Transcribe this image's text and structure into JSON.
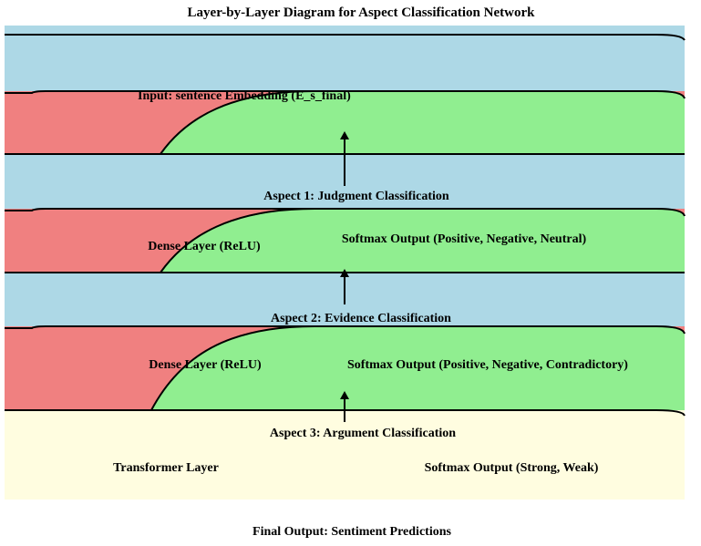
{
  "title": "Layer-by-Layer Diagram for Aspect Classification Network",
  "colors": {
    "band_blue": "#add8e6",
    "band_red": "#f08080",
    "band_green": "#90ee90",
    "band_yellow": "#fffde0",
    "stroke": "#000000"
  },
  "diagram": {
    "input_label": "Input: sentence Embedding (E_s_final)",
    "aspect1": {
      "heading": "Aspect 1: Judgment Classification",
      "dense_label": "Dense Layer (ReLU)",
      "softmax_label": "Softmax Output (Positive, Negative, Neutral)"
    },
    "aspect2": {
      "heading": "Aspect 2: Evidence Classification",
      "dense_label": "Dense Layer (ReLU)",
      "softmax_label": "Softmax Output (Positive, Negative, Contradictory)"
    },
    "aspect3": {
      "heading": "Aspect 3: Argument Classification",
      "transformer_label": "Transformer Layer",
      "softmax_label": "Softmax Output (Strong, Weak)"
    },
    "final_output": "Final Output: Sentiment Predictions"
  }
}
